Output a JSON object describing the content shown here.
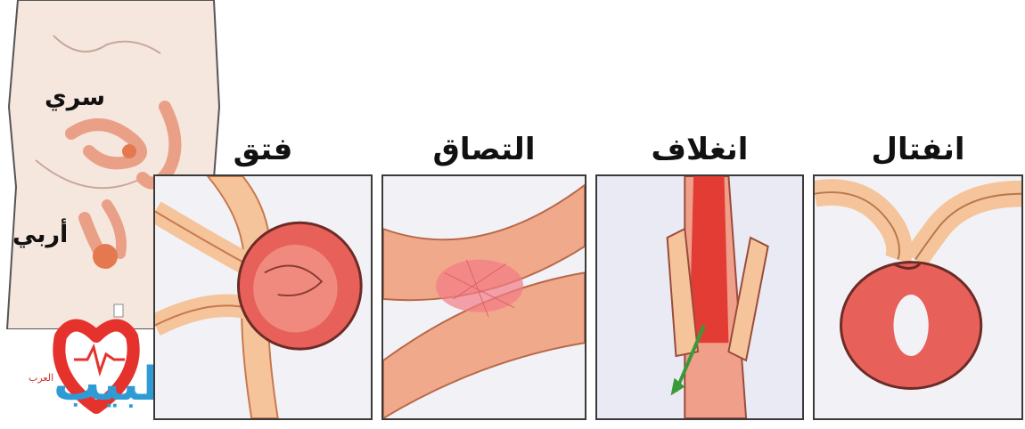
{
  "torso_labels": {
    "umbilical": "سري",
    "inguinal": "أربي"
  },
  "panels": [
    {
      "id": "hernia",
      "title": "فتق"
    },
    {
      "id": "adhesion",
      "title": "التصاق"
    },
    {
      "id": "intussusception",
      "title": "انغلاف"
    },
    {
      "id": "volvulus",
      "title": "انفتال"
    }
  ],
  "logo": {
    "main_text": "طبيب",
    "small_text": "العرب",
    "colors": {
      "heart": "#e5322d",
      "text": "#2f9bd5"
    }
  },
  "colors": {
    "intestine_fill": "#f5c49a",
    "intestine_dark": "#e4794f",
    "tissue_red": "#e8605a",
    "skin": "#f6e7de",
    "panel_bg": "#f2f2f6"
  }
}
